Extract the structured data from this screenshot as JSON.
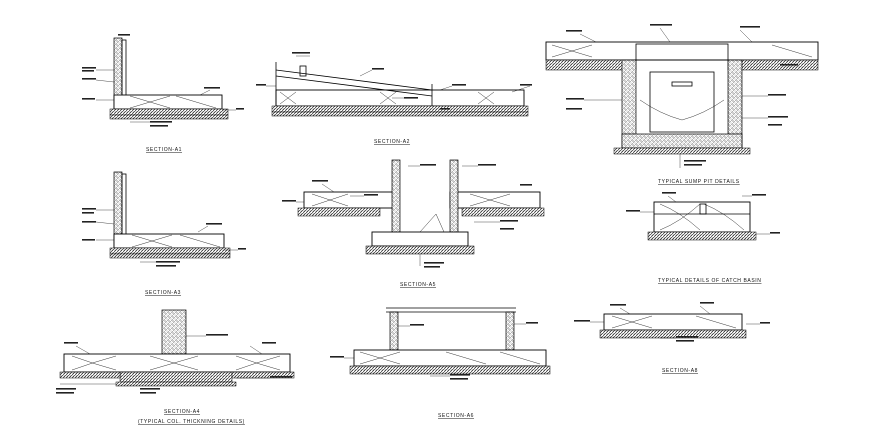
{
  "drawing": {
    "details": [
      {
        "id": "sec-a1",
        "caption": "SECTION-A1",
        "subcaption": ""
      },
      {
        "id": "sec-a2",
        "caption": "SECTION-A2",
        "subcaption": ""
      },
      {
        "id": "sump",
        "caption": "TYPICAL SUMP PIT DETAILS",
        "subcaption": ""
      },
      {
        "id": "sec-a3",
        "caption": "SECTION-A3",
        "subcaption": ""
      },
      {
        "id": "sec-a5",
        "caption": "SECTION-A5",
        "subcaption": ""
      },
      {
        "id": "catch",
        "caption": "TYPICAL DETAILS OF CATCH BASIN",
        "subcaption": ""
      },
      {
        "id": "sec-a4",
        "caption": "SECTION-A4",
        "subcaption": "(TYPICAL COL. THICKNING DETAILS)"
      },
      {
        "id": "sec-a6",
        "caption": "SECTION-A6",
        "subcaption": ""
      },
      {
        "id": "sec-a8",
        "caption": "SECTION-A8",
        "subcaption": ""
      }
    ],
    "colors": {
      "line": "#000000",
      "background": "#ffffff"
    }
  }
}
